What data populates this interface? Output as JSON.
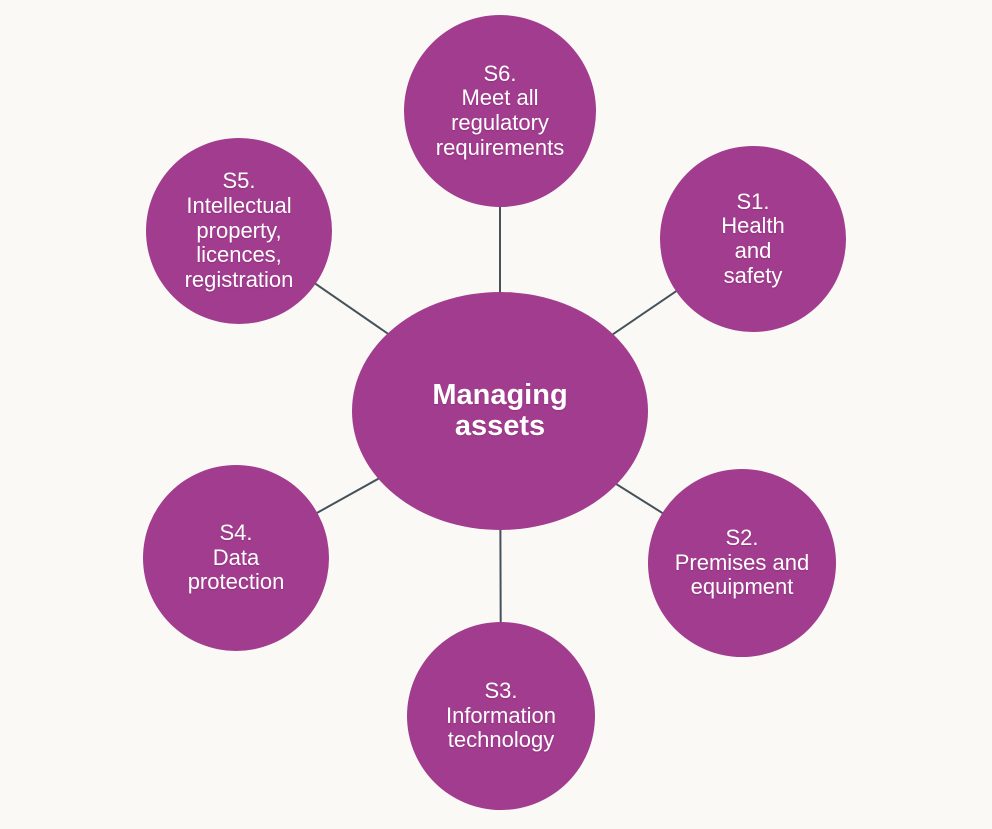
{
  "diagram": {
    "type": "hub-and-spoke",
    "title": "Managing assets",
    "center": {
      "label": "Managing\nassets"
    },
    "nodes": [
      {
        "id": "S1",
        "label": "S1.\nHealth\nand\nsafety"
      },
      {
        "id": "S2",
        "label": "S2.\nPremises and\nequipment"
      },
      {
        "id": "S3",
        "label": "S3.\nInformation\ntechnology"
      },
      {
        "id": "S4",
        "label": "S4.\nData\nprotection"
      },
      {
        "id": "S5",
        "label": "S5.\nIntellectual\nproperty,\nlicences,\nregistration"
      },
      {
        "id": "S6",
        "label": "S6.\nMeet all\nregulatory\nrequirements"
      }
    ],
    "colors": {
      "node_fill": "#A23C8E",
      "node_text": "#FFFFFF",
      "connector": "#46525A",
      "background": "#FAF9F6"
    }
  }
}
